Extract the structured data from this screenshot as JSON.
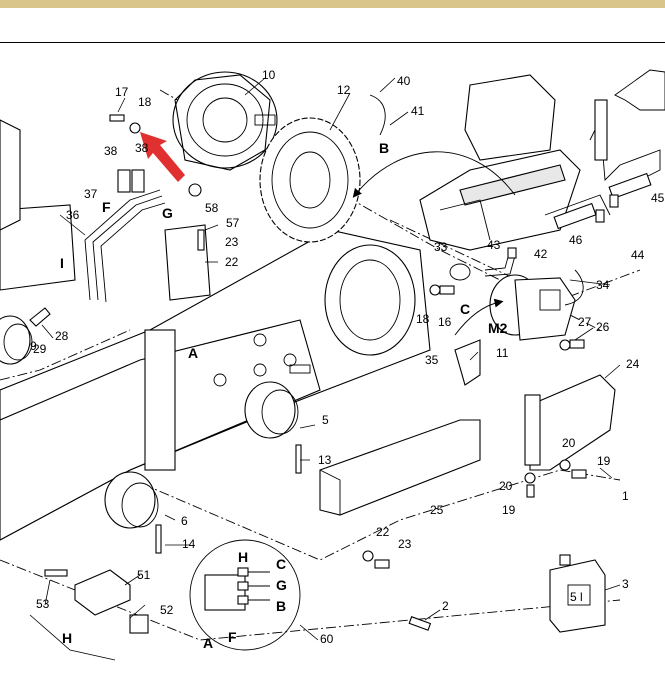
{
  "header": {
    "strip_color": "#d9c48a"
  },
  "colors": {
    "arrow_red": "#e03030",
    "ink": "#000000",
    "paper": "#ffffff",
    "shade": "#e8e8e8"
  },
  "labels": {
    "n1": "1",
    "n2": "2",
    "n3": "3",
    "n5": "5",
    "n6": "6",
    "n9": "9",
    "n10": "10",
    "n11": "11",
    "n12": "12",
    "n13": "13",
    "n14": "14",
    "n16": "16",
    "n17": "17",
    "n18a": "18",
    "n18b": "18",
    "n19a": "19",
    "n19b": "19",
    "n20a": "20",
    "n20b": "20",
    "n22a": "22",
    "n22b": "22",
    "n23a": "23",
    "n23b": "23",
    "n24": "24",
    "n25": "25",
    "n26": "26",
    "n27": "27",
    "n28": "28",
    "n29": "29",
    "n33": "33",
    "n34": "34",
    "n35": "35",
    "n36": "36",
    "n37": "37",
    "n38a": "38",
    "n38b": "38",
    "n40": "40",
    "n41": "41",
    "n42": "42",
    "n43": "43",
    "n44": "44",
    "n45": "45",
    "n46": "46",
    "n51": "51",
    "n52": "52",
    "n53": "53",
    "n57": "57",
    "n58": "58",
    "n60": "60",
    "A1": "A",
    "A2": "A",
    "B1": "B",
    "B2": "B",
    "C1": "C",
    "C2": "C",
    "F1": "F",
    "F2": "F",
    "G1": "G",
    "G2": "G",
    "H1": "H",
    "H2": "H",
    "I1": "I",
    "M2": "M2",
    "can_text": "5 l"
  }
}
